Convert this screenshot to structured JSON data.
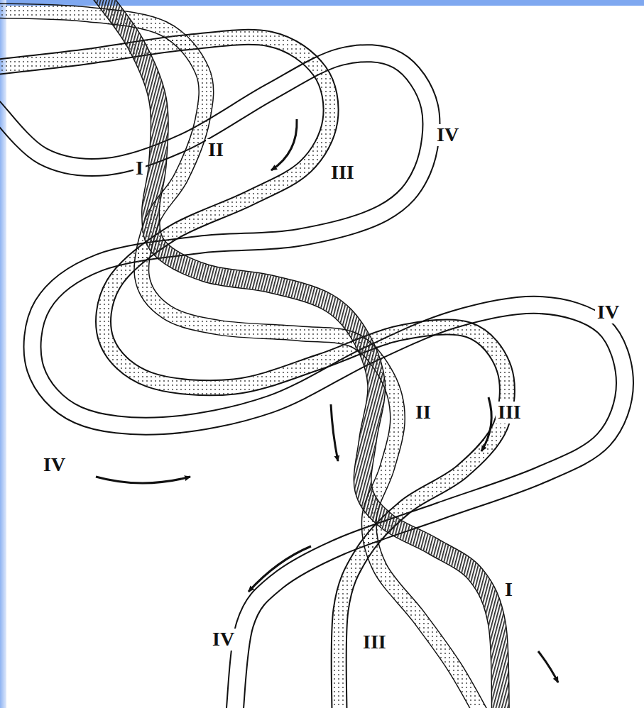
{
  "diagram": {
    "labels": [
      "IV",
      "II",
      "I",
      "III",
      "IV",
      "II",
      "III",
      "IV",
      "I",
      "IV",
      "III"
    ]
  }
}
